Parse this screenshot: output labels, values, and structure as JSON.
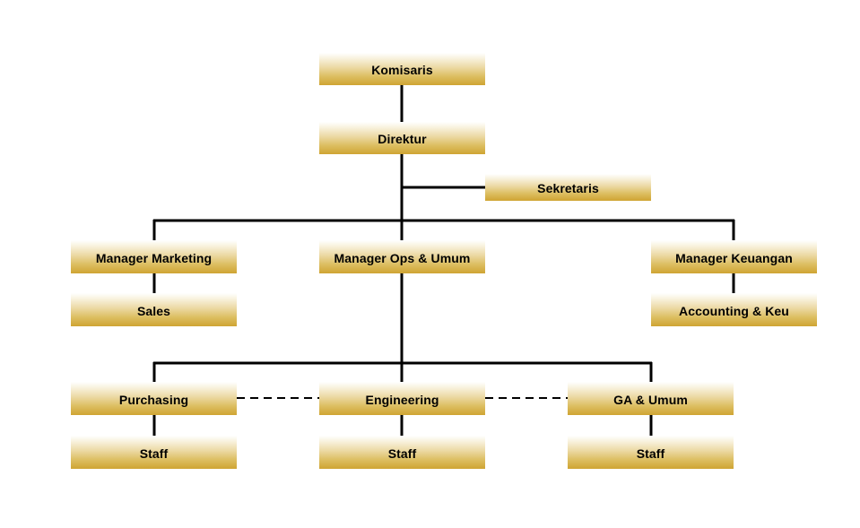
{
  "org_chart": {
    "komisaris": "Komisaris",
    "direktur": "Direktur",
    "sekretaris": "Sekretaris",
    "manager_marketing": "Manager Marketing",
    "manager_ops_umum": "Manager Ops & Umum",
    "manager_keuangan": "Manager Keuangan",
    "sales": "Sales",
    "accounting_keu": "Accounting & Keu",
    "purchasing": "Purchasing",
    "engineering": "Engineering",
    "ga_umum": "GA & Umum",
    "staff_purchasing": "Staff",
    "staff_engineering": "Staff",
    "staff_ga_umum": "Staff"
  },
  "colors": {
    "box_gold": "#cfa433",
    "line": "#000000",
    "background": "#ffffff"
  }
}
